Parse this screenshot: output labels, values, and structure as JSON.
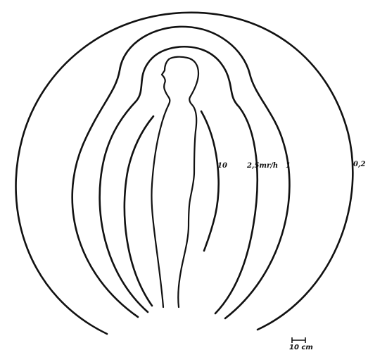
{
  "contours": [
    {
      "label": "10"
    },
    {
      "label": "2,5mr/h"
    },
    {
      "label": "1"
    },
    {
      "label": "0,2"
    }
  ],
  "scale": {
    "label": "10 cm"
  }
}
